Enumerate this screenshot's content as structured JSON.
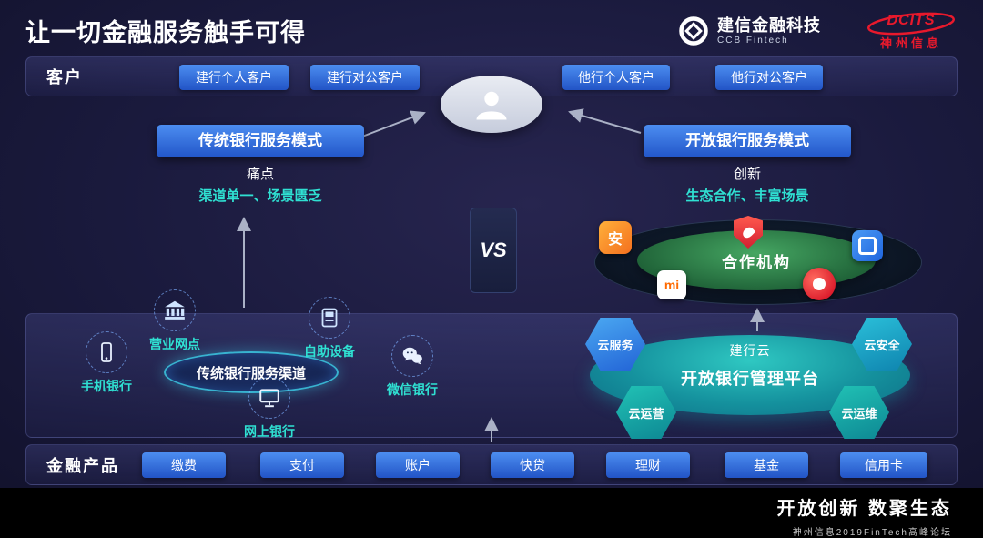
{
  "header": {
    "title": "让一切金融服务触手可得",
    "ccb": {
      "name": "建信金融科技",
      "sub": "CCB Fintech"
    },
    "dcits": {
      "name": "DCITS",
      "sub": "神州信息"
    }
  },
  "customers": {
    "label": "客户",
    "buttons": [
      "建行个人客户",
      "建行对公客户",
      "他行个人客户",
      "他行对公客户"
    ]
  },
  "vs": "VS",
  "traditional": {
    "mode": "传统银行服务模式",
    "tag": "痛点",
    "desc": "渠道单一、场景匮乏",
    "hub": "传统银行服务渠道",
    "channels": [
      "营业网点",
      "自助设备",
      "手机银行",
      "微信银行",
      "网上银行"
    ]
  },
  "open": {
    "mode": "开放银行服务模式",
    "tag": "创新",
    "desc": "生态合作、丰富场景",
    "partners": "合作机构",
    "partner_icon_labels": {
      "security": "安",
      "xiaomi": "mi"
    },
    "cloud": "建行云",
    "platform": "开放银行管理平台",
    "hexagons": [
      "云服务",
      "云安全",
      "云运营",
      "云运维"
    ]
  },
  "products": {
    "label": "金融产品",
    "items": [
      "缴费",
      "支付",
      "账户",
      "快贷",
      "理财",
      "基金",
      "信用卡"
    ]
  },
  "footer": {
    "slogan": "开放创新 数聚生态",
    "sub": "神州信息2019FinTech高峰论坛"
  },
  "colors": {
    "accent_cyan": "#2fe0d2",
    "button_blue": "#2f6fe0",
    "platform_teal": "#15929e",
    "partner_green": "#2e7d45",
    "brand_red": "#e8192c",
    "background": "#1a1a3d"
  }
}
